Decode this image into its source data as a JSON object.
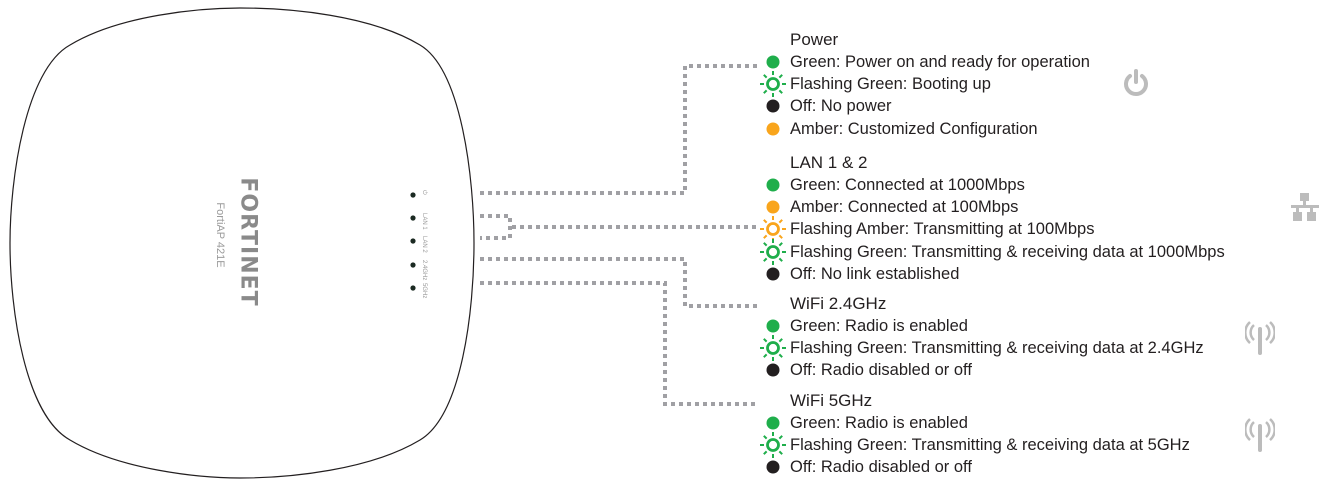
{
  "device": {
    "brand": "FORTINET",
    "model": "FortiAP 421E",
    "led_labels": [
      "⏻",
      "LAN 1",
      "LAN 2",
      "2.4GHz",
      "5GHz"
    ]
  },
  "colors": {
    "green": "#1fae4b",
    "amber": "#f9a51c",
    "off": "#231f20",
    "connector": "#a0a0a4",
    "icon_gray": "#bcbcbc"
  },
  "sections": [
    {
      "id": "power",
      "title": "Power",
      "icon": "power-icon",
      "rows": [
        {
          "indicator": "solid-green",
          "text": "Green: Power on and ready for operation"
        },
        {
          "indicator": "flashing-green",
          "text": "Flashing Green: Booting up"
        },
        {
          "indicator": "solid-off",
          "text": "Off: No power"
        },
        {
          "indicator": "solid-amber",
          "text": "Amber: Customized Configuration"
        }
      ]
    },
    {
      "id": "lan",
      "title": "LAN 1 & 2",
      "icon": "network-icon",
      "rows": [
        {
          "indicator": "solid-green",
          "text": "Green: Connected at 1000Mbps"
        },
        {
          "indicator": "solid-amber",
          "text": "Amber: Connected at 100Mbps"
        },
        {
          "indicator": "flashing-amber",
          "text": "Flashing Amber: Transmitting at 100Mbps"
        },
        {
          "indicator": "flashing-green",
          "text": "Flashing Green: Transmitting & receiving data at 1000Mbps"
        },
        {
          "indicator": "solid-off",
          "text": "Off: No link established"
        }
      ]
    },
    {
      "id": "wifi24",
      "title": "WiFi 2.4GHz",
      "icon": "antenna-icon",
      "rows": [
        {
          "indicator": "solid-green",
          "text": "Green: Radio is enabled"
        },
        {
          "indicator": "flashing-green",
          "text": "Flashing Green: Transmitting & receiving data at 2.4GHz"
        },
        {
          "indicator": "solid-off",
          "text": "Off: Radio disabled or off"
        }
      ]
    },
    {
      "id": "wifi5",
      "title": "WiFi 5GHz",
      "icon": "antenna-icon",
      "rows": [
        {
          "indicator": "solid-green",
          "text": "Green: Radio is enabled"
        },
        {
          "indicator": "flashing-green",
          "text": "Flashing Green: Transmitting & receiving data at 5GHz"
        },
        {
          "indicator": "solid-off",
          "text": "Off: Radio disabled or off"
        }
      ]
    }
  ]
}
